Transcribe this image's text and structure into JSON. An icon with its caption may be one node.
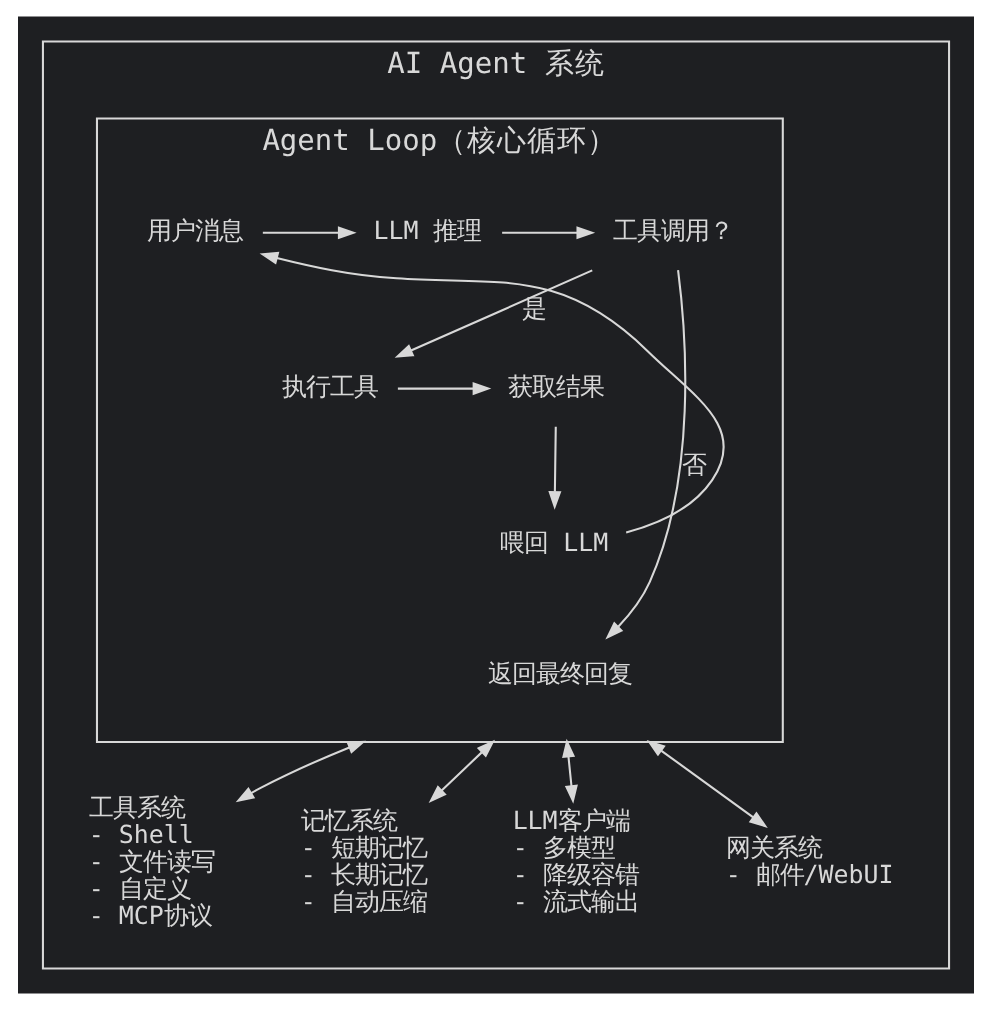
{
  "diagram": {
    "nodes": [
      {
        "text": [
          "AI Agent 系统"
        ]
      },
      {
        "text": [
          "Agent Loop（核心循环）"
        ],
        "in": 0
      },
      {
        "text": [
          "用户消息"
        ],
        "in": 1
      },
      {
        "text": [
          "LLM 推理"
        ],
        "in": 1
      },
      {
        "text": [
          "工具调用？"
        ],
        "in": 1
      },
      {
        "text": [
          "执行工具"
        ],
        "in": 1
      },
      {
        "text": [
          "获取结果"
        ],
        "in": 1
      },
      {
        "text": [
          "喂回 LLM"
        ],
        "in": 1
      },
      {
        "text": [
          "返回最终回复"
        ],
        "in": 1
      },
      {
        "text": [
          "工具系统",
          "- Shell",
          "- 文件读写",
          "- 自定义",
          "- MCP协议"
        ],
        "in": 0
      },
      {
        "text": [
          "记忆系统",
          "- 短期记忆",
          "- 长期记忆",
          "- 自动压缩"
        ],
        "in": 0
      },
      {
        "text": [
          "LLM客户端",
          "- 多模型",
          "- 降级容错",
          "- 流式输出"
        ],
        "in": 0
      },
      {
        "text": [
          "网关系统",
          "- 邮件/WebUI"
        ],
        "in": 0
      }
    ],
    "edges": [
      {
        "from": 2,
        "to": 3,
        "arrow": "to"
      },
      {
        "from": 3,
        "to": 4,
        "arrow": "to"
      },
      {
        "from": 4,
        "to": 5,
        "arrow": "to",
        "label": "是"
      },
      {
        "from": 5,
        "to": 6,
        "arrow": "to"
      },
      {
        "from": 6,
        "to": 7,
        "arrow": "to"
      },
      {
        "from": 7,
        "to": 2,
        "arrow": "to"
      },
      {
        "from": 4,
        "to": 8,
        "arrow": "to",
        "label": "否"
      },
      {
        "from": 1,
        "to": 9,
        "arrow": "both"
      },
      {
        "from": 1,
        "to": 10,
        "arrow": "both"
      },
      {
        "from": 1,
        "to": 11,
        "arrow": "both"
      },
      {
        "from": 1,
        "to": 12,
        "arrow": "both"
      }
    ]
  }
}
